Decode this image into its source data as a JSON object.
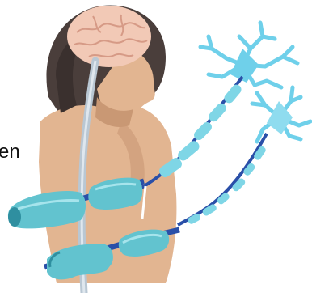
{
  "edge_text": "en",
  "colors": {
    "background": "#ffffff",
    "skin": "#e2b591",
    "skin_shadow": "#c99874",
    "hair": "#4a3e3b",
    "brain": "#f2c9b6",
    "brain_fold": "#d69a86",
    "spinal_cord": "#b9c7d3",
    "neuron": "#6fd0ea",
    "neuron_dark": "#3aa9cc",
    "myelin": "#62c3cf",
    "myelin_dark": "#2f8fa0",
    "axon": "#2a4fa8"
  },
  "icons": [
    "woman-silhouette",
    "brain",
    "spinal-cord",
    "neuron",
    "myelin-sheath",
    "damaged-myelin-sheath"
  ]
}
